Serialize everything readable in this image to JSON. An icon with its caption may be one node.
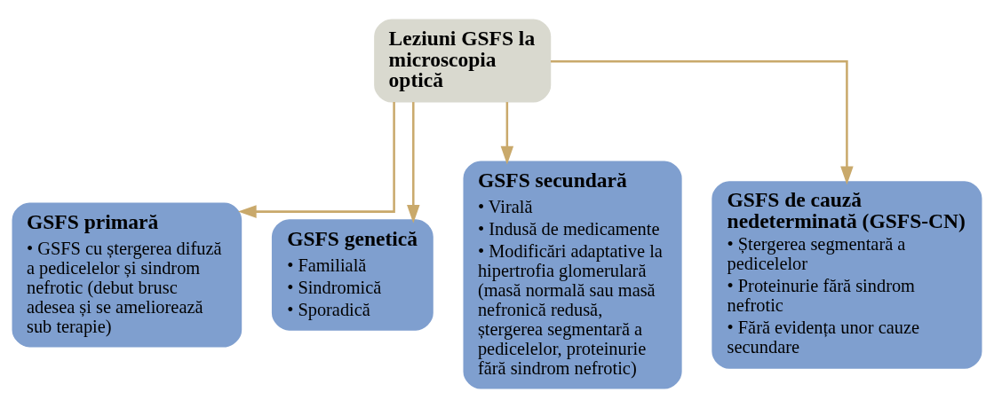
{
  "diagram": {
    "nodes": [
      {
        "text": [
          "Leziuni GSFS la microscopia optică"
        ]
      },
      {
        "text": [
          "GSFS primară",
          "• GSFS cu ștergerea difuză a pedicelelor și sindrom nefrotic (debut brusc adesea și se ameliorează sub terapie)"
        ]
      },
      {
        "text": [
          "GSFS genetică",
          "• Familială",
          "• Sindromică",
          "• Sporadică"
        ]
      },
      {
        "text": [
          "GSFS secundară",
          "• Virală",
          "• Indusă de medicamente",
          "• Modificări adaptative la hipertrofia glomerulară (masă normală sau masă nefronică redusă, ștergerea segmentară a pedicelelor, proteinurie fără sindrom nefrotic)"
        ]
      },
      {
        "text": [
          "GSFS de cauză nedeterminată (GSFS-CN)",
          "• Ștergerea segmentară a pedicelelor",
          "• Proteinurie fără sindrom nefrotic",
          "• Fără evidența unor cauze secundare"
        ]
      }
    ],
    "edges": [
      {
        "from": 0,
        "to": 1,
        "arrow": "to"
      },
      {
        "from": 0,
        "to": 2,
        "arrow": "to"
      },
      {
        "from": 0,
        "to": 3,
        "arrow": "to"
      },
      {
        "from": 0,
        "to": 4,
        "arrow": "to"
      }
    ]
  }
}
